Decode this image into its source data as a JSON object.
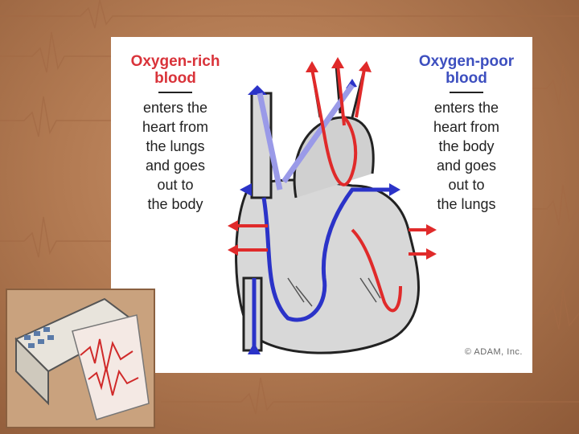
{
  "left_label": {
    "title": "Oxygen-rich blood",
    "desc": [
      "enters the",
      "heart from",
      "the lungs",
      "and goes",
      "out to",
      "the body"
    ]
  },
  "right_label": {
    "title": "Oxygen-poor blood",
    "desc": [
      "enters the",
      "heart from",
      "the body",
      "and goes",
      "out to",
      "the lungs"
    ]
  },
  "credit": "© ADAM, Inc.",
  "colors": {
    "oxygen_rich": "#e02a2a",
    "oxygen_poor": "#2b33c8",
    "background": "#b27a52"
  }
}
